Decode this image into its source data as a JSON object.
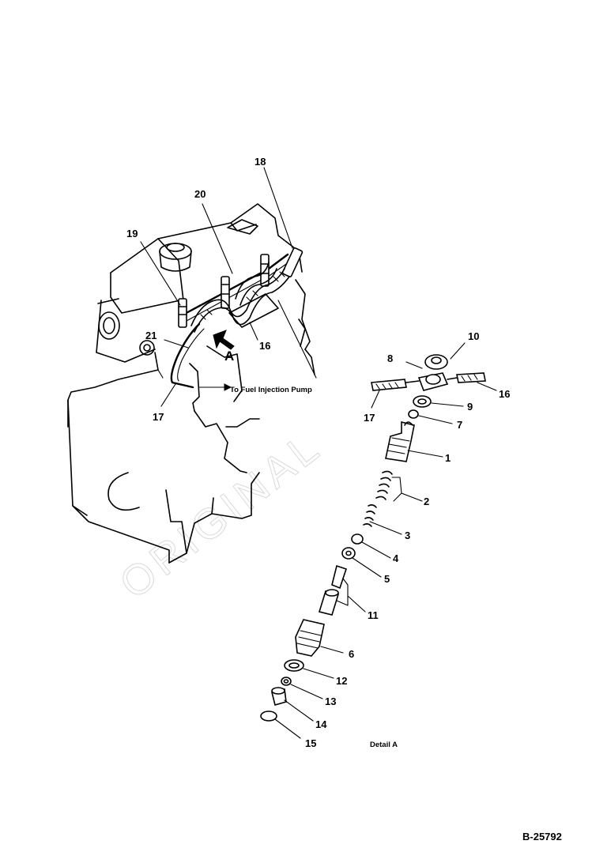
{
  "watermark": "ORIGINAL",
  "detail_marker": "A",
  "pump_note": "To Fuel Injection Pump",
  "detail_title": "Detail A",
  "figure_number": "B-25792",
  "labels": {
    "l1": "1",
    "l2": "2",
    "l3": "3",
    "l4": "4",
    "l5": "5",
    "l6": "6",
    "l7": "7",
    "l8": "8",
    "l9": "9",
    "l10": "10",
    "l11": "11",
    "l12": "12",
    "l13": "13",
    "l14": "14",
    "l15": "15",
    "l16a": "16",
    "l16b": "16",
    "l17a": "17",
    "l17b": "17",
    "l18": "18",
    "l19": "19",
    "l20": "20",
    "l21": "21"
  }
}
